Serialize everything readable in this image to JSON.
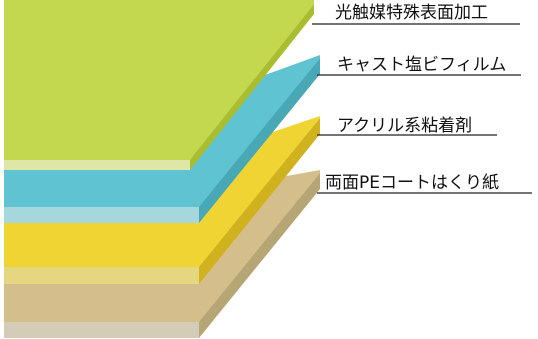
{
  "layers": [
    {
      "label": "光触媒特殊表面加工",
      "colors": {
        "face": "#c3d84f",
        "front": "#dfe7a8",
        "side": "#aabd2e"
      }
    },
    {
      "label": "キャスト塩ビフィルム",
      "colors": {
        "face": "#5fc3d2",
        "front": "#a5d7dd",
        "side": "#49a8b6"
      }
    },
    {
      "label": "アクリル系粘着剤",
      "colors": {
        "face": "#f0d434",
        "front": "#e5d680",
        "side": "#d0b21f"
      }
    },
    {
      "label": "両面PEコートはくり紙",
      "colors": {
        "face": "#d4bf8c",
        "front": "#d3ccb6",
        "side": "#b6a676"
      }
    }
  ],
  "leader_color": "#222222"
}
